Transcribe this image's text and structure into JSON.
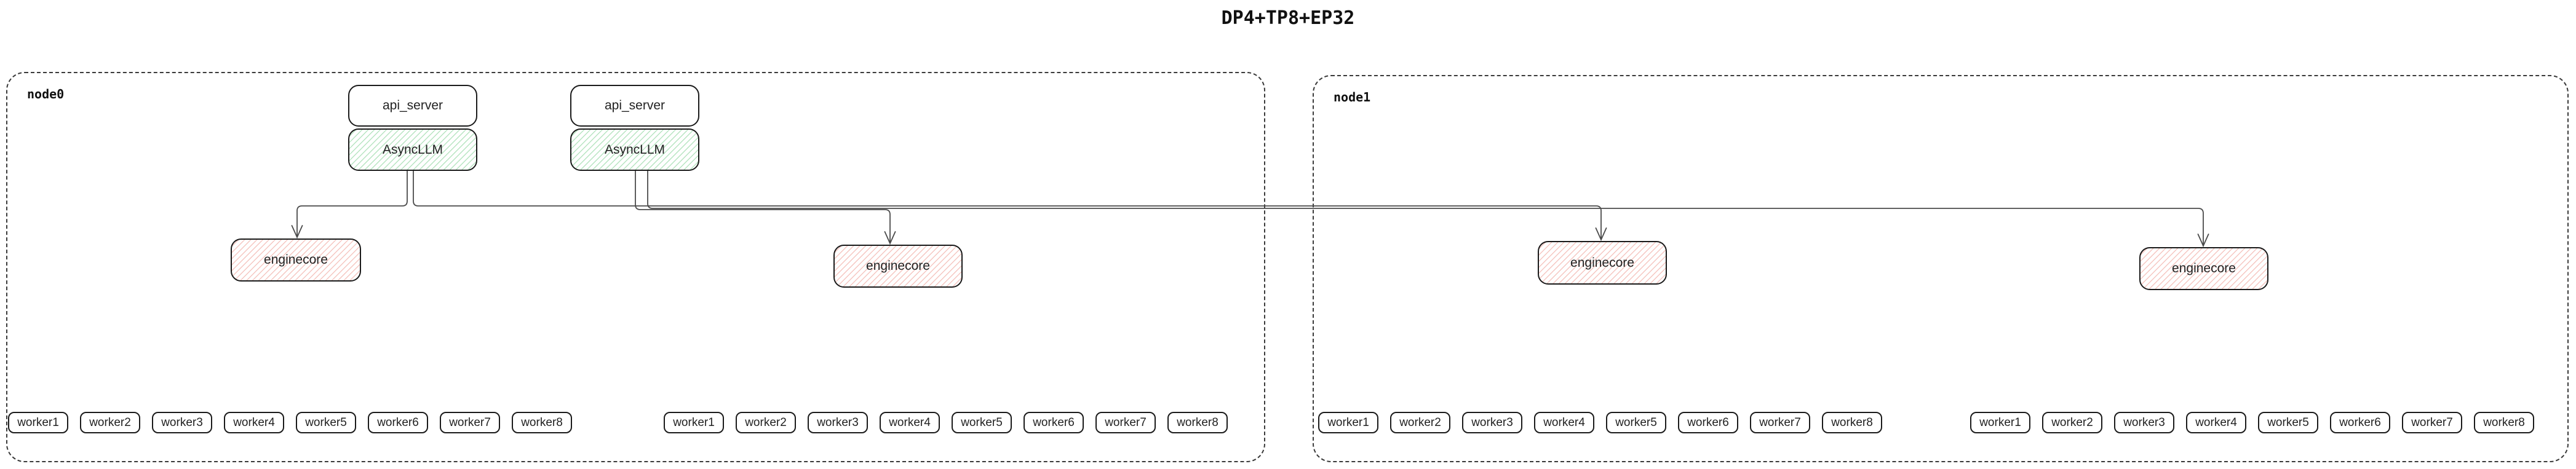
{
  "title": "DP4+TP8+EP32",
  "colors": {
    "box_border": "#1a1a1a",
    "node_border_dashed": "#3a3a3a",
    "green_hatch": "#7bcf8e",
    "red_hatch": "#ec8e83",
    "edge": "#4a4a4a"
  },
  "nodes": [
    {
      "label": "node0",
      "stacks": [
        {
          "api_server": "api_server",
          "async_llm": "AsyncLLM"
        },
        {
          "api_server": "api_server",
          "async_llm": "AsyncLLM"
        }
      ],
      "enginecores": [
        "enginecore",
        "enginecore"
      ],
      "worker_groups": [
        {
          "workers": [
            "worker1",
            "worker2",
            "worker3",
            "worker4",
            "worker5",
            "worker6",
            "worker7",
            "worker8"
          ]
        },
        {
          "workers": [
            "worker1",
            "worker2",
            "worker3",
            "worker4",
            "worker5",
            "worker6",
            "worker7",
            "worker8"
          ]
        }
      ]
    },
    {
      "label": "node1",
      "stacks": [],
      "enginecores": [
        "enginecore",
        "enginecore"
      ],
      "worker_groups": [
        {
          "workers": [
            "worker1",
            "worker2",
            "worker3",
            "worker4",
            "worker5",
            "worker6",
            "worker7",
            "worker8"
          ]
        },
        {
          "workers": [
            "worker1",
            "worker2",
            "worker3",
            "worker4",
            "worker5",
            "worker6",
            "worker7",
            "worker8"
          ]
        }
      ]
    }
  ],
  "edges": [
    {
      "from": "node0/AsyncLLM-1",
      "to": "node0/enginecore-1"
    },
    {
      "from": "node0/AsyncLLM-1",
      "to": "node1/enginecore-1"
    },
    {
      "from": "node0/AsyncLLM-2",
      "to": "node0/enginecore-2"
    },
    {
      "from": "node0/AsyncLLM-2",
      "to": "node1/enginecore-2"
    }
  ]
}
